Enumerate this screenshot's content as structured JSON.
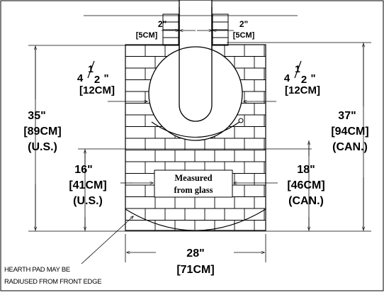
{
  "figure": {
    "top_left_gap": {
      "inches": "2\"",
      "cm": "[5CM]"
    },
    "top_right_gap": {
      "inches": "2\"",
      "cm": "[5CM]"
    },
    "left_side_clearance": {
      "fraction_num": "1",
      "fraction_den": "2",
      "inches": "4",
      "inch_mark": "\"",
      "cm": "[12CM]"
    },
    "right_side_clearance": {
      "fraction_num": "1",
      "fraction_den": "2",
      "inches": "4",
      "inch_mark": "\"",
      "cm": "[12CM]"
    },
    "left_total_height": {
      "inches": "35\"",
      "cm": "[89CM]",
      "region": "(U.S.)"
    },
    "right_total_height": {
      "inches": "37\"",
      "cm": "[94CM]",
      "region": "(CAN.)"
    },
    "left_front_depth": {
      "inches": "16\"",
      "cm": "[41CM]",
      "region": "(U.S.)"
    },
    "right_front_depth": {
      "inches": "18\"",
      "cm": "[46CM]",
      "region": "(CAN.)"
    },
    "center_label": {
      "line1": "Measured",
      "line2": "from glass"
    },
    "bottom_width": {
      "inches": "28\"",
      "cm": "[71CM]"
    },
    "hearth_note": {
      "line1": "HEARTH PAD MAY BE",
      "line2": "RADIUSED FROM FRONT EDGE"
    }
  }
}
